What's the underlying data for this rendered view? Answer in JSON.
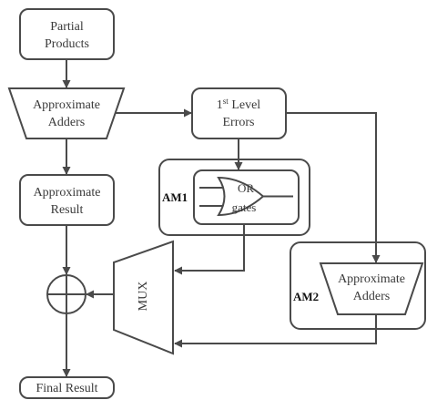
{
  "diagram": {
    "nodes": {
      "partial_products": {
        "line1": "Partial",
        "line2": "Products"
      },
      "approx_adders_1": {
        "line1": "Approximate",
        "line2": "Adders"
      },
      "first_level_errors": {
        "line1_base": "1",
        "line1_sup": "st",
        "line1_rest": " Level",
        "line2": "Errors"
      },
      "approx_result": {
        "line1": "Approximate",
        "line2": "Result"
      },
      "am1": {
        "label": "AM1",
        "gate_line1": "OR",
        "gate_line2": "gates"
      },
      "am2": {
        "label": "AM2",
        "adder_line1": "Approximate",
        "adder_line2": "Adders"
      },
      "mux": {
        "label": "MUX"
      },
      "final_result": {
        "label": "Final Result"
      }
    }
  },
  "colors": {
    "stroke": "#4a4a4a",
    "text": "#3a3a3a",
    "background": "#ffffff"
  }
}
